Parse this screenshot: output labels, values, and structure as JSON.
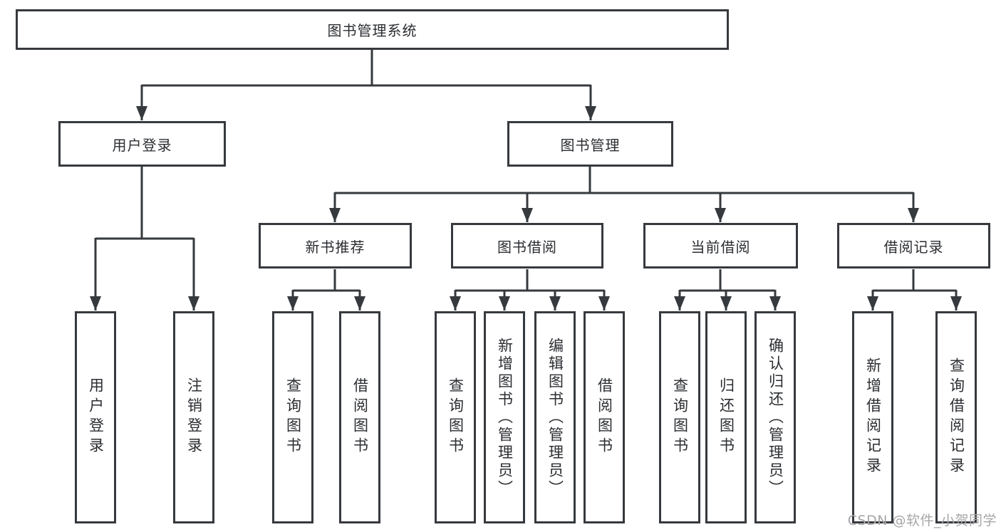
{
  "colors": {
    "line": "#36393d",
    "text": "#2b2d31",
    "watermark": "#a6a6a6",
    "background": "#ffffff"
  },
  "watermark": {
    "text": "CSDN @软件_小贺同学"
  },
  "tree": {
    "label": "图书管理系统",
    "children": [
      {
        "label": "用户登录",
        "children": [
          {
            "label": "用户登录"
          },
          {
            "label": "注销登录"
          }
        ]
      },
      {
        "label": "图书管理",
        "children": [
          {
            "label": "新书推荐",
            "children": [
              {
                "label": "查询图书"
              },
              {
                "label": "借阅图书"
              }
            ]
          },
          {
            "label": "图书借阅",
            "children": [
              {
                "label": "查询图书"
              },
              {
                "label": "新增图书（管理员）"
              },
              {
                "label": "编辑图书（管理员）"
              },
              {
                "label": "借阅图书"
              }
            ]
          },
          {
            "label": "当前借阅",
            "children": [
              {
                "label": "查询图书"
              },
              {
                "label": "归还图书"
              },
              {
                "label": "确认归还（管理员）"
              }
            ]
          },
          {
            "label": "借阅记录",
            "children": [
              {
                "label": "新增借阅记录"
              },
              {
                "label": "查询借阅记录"
              }
            ]
          }
        ]
      }
    ]
  }
}
